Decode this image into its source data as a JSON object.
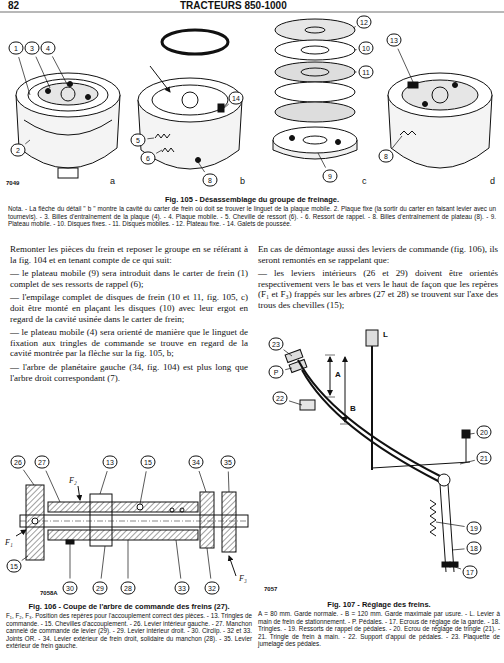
{
  "diagram": {
    "nodes": [
      {
        "text": [
          "1"
        ]
      },
      {
        "text": [
          "3"
        ]
      },
      {
        "text": [
          "4"
        ]
      },
      {
        "text": [
          "2"
        ]
      },
      {
        "text": [
          "14"
        ]
      },
      {
        "text": [
          "5"
        ]
      },
      {
        "text": [
          "6"
        ]
      },
      {
        "text": [
          "8"
        ]
      },
      {
        "text": [
          "12"
        ]
      },
      {
        "text": [
          "10"
        ]
      },
      {
        "text": [
          "11"
        ]
      },
      {
        "text": [
          "9"
        ]
      },
      {
        "text": [
          "13"
        ]
      },
      {
        "text": [
          "8"
        ]
      },
      {
        "text": [
          "26"
        ]
      },
      {
        "text": [
          "27"
        ]
      },
      {
        "text": [
          "13"
        ]
      },
      {
        "text": [
          "15"
        ]
      },
      {
        "text": [
          "34"
        ]
      },
      {
        "text": [
          "35"
        ]
      },
      {
        "text": [
          "15"
        ]
      },
      {
        "text": [
          "30"
        ]
      },
      {
        "text": [
          "29"
        ]
      },
      {
        "text": [
          "28"
        ]
      },
      {
        "text": [
          "33"
        ]
      },
      {
        "text": [
          "32"
        ]
      },
      {
        "text": [
          "23"
        ]
      },
      {
        "text": [
          "P"
        ]
      },
      {
        "text": [
          "22"
        ]
      },
      {
        "text": [
          "20"
        ]
      },
      {
        "text": [
          "21"
        ]
      },
      {
        "text": [
          "19"
        ]
      },
      {
        "text": [
          "18"
        ]
      },
      {
        "text": [
          "17"
        ]
      }
    ],
    "labels": [
      "82",
      "TRACTEURS 850-1000",
      "7049",
      "a",
      "b",
      "c",
      "d",
      "Fig. 105 - Désassemblage du groupe de freinage.",
      "Nota. - La flèche du détail \" b \" montre la cavité du carter de frein où doit se trouver le linguet de la plaque mobile. 2. Plaque fixe (la sortir du carter en faisant levier avec un tournevis). - 3. Billes d'entraînement de la plaque (4). - 4. Plaque mobile. - 5. Cheville de ressort (6). - 6. Ressort de rappel. - 8. Billes d'entraînement de plateau (8). - 9. Plateau mobile. - 10. Disques fixes. - 11. Disques mobiles. - 12. Plateau fixe. - 14. Galets de poussée.",
      "Remonter les pièces du frein et reposer le groupe en se référant à la fig. 104 et en tenant compte de ce qui suit:",
      "— le plateau mobile (9) sera introduit dans le carter de frein (1) complet de ses ressorts de rappel (6);",
      "— l'empilage complet de disques de frein (10 et 11, fig. 105, c) doit être monté en plaçant les disques (10) avec leur ergot en regard de la cavité usinée dans le carter de frein;",
      "— le plateau mobile (4) sera orienté de manière que le linguet de fixation aux tringles de commande se trouve en regard de la cavité montrée par la flèche sur la fig. 105, b;",
      "— l'arbre de planétaire gauche (34, fig. 104) est plus long que l'arbre droit correspondant (7).",
      "En cas de démontage aussi des leviers de commande (fig. 106), ils seront remontés en se rappelant que:",
      "— les leviers intérieurs (26 et 29) doivent être orientés respectivement vers le bas et vers le haut de façon que les repères (F₁ et F₃) frappés sur les arbres (27 et 28) se trouvent sur l'axe des trous des chevilles (15);",
      "F₂",
      "F₁",
      "F₃",
      "7058A",
      "Fig. 106 - Coupe de l'arbre de commande des freins (27).",
      "F₁, F₂, F₃. Position des repères pour l'accouplement correct des pièces. - 13. Tringles de commande. - 15. Chevilles d'accouplement. - 26. Levier intérieur gauche. - 27. Manchon cannelé de commande de levier (29). - 29. Levier intérieur droit. - 30. Circlip. - 32 et 33. Joints OR. - 34. Levier extérieur de frein droit, solidaire du manchon (28). - 35. Levier extérieur de frein gauche.",
      "L",
      "A",
      "B",
      "7057",
      "Fig. 107 - Réglage des freins.",
      "A = 80 mm. Garde normale. - B = 120 mm. Garde maximale par usure. - L. Levier à main de frein de stationnement. - P. Pédales. - 17. Ecrous de réglage de la garde. - 18. Tringles. - 19. Ressorts de rappel de pédales. - 20. Ecrou de réglage de tringle (21). - 21. Tringle de frein à main. - 22. Support d'appui de pédales. - 23. Plaquette de jumelage des pédales."
    ]
  }
}
